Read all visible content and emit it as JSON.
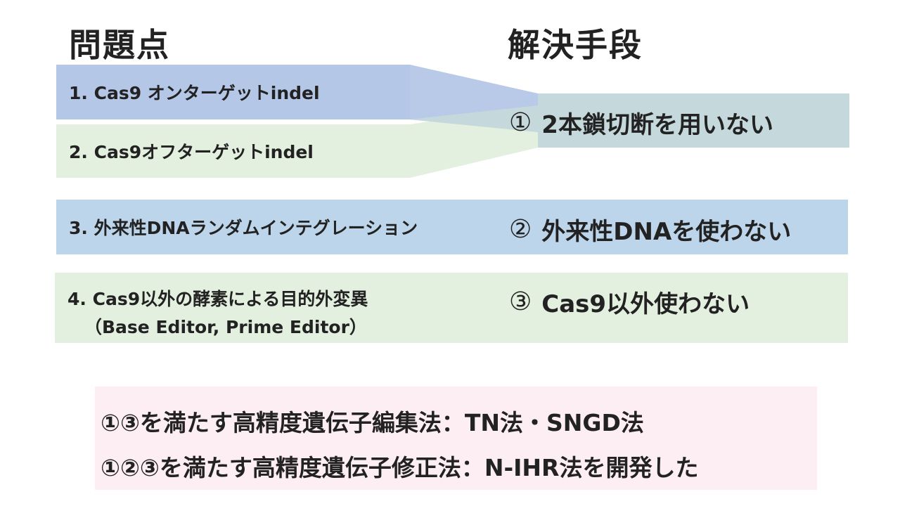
{
  "headers": {
    "problems": "問題点",
    "solutions": "解決手段"
  },
  "problems": [
    {
      "label": "1.  Cas9 オンターゲットindel"
    },
    {
      "label": "2. Cas9オフターゲットindel"
    },
    {
      "label": "3. 外来性DNAランダムインテグレーション"
    },
    {
      "label": "4. Cas9以外の酵素による目的外変異",
      "sub": "（Base Editor, Prime Editor）"
    }
  ],
  "solutions": [
    {
      "number": "①",
      "label": "2本鎖切断を用いない"
    },
    {
      "number": "②",
      "label": "外来性DNAを使わない"
    },
    {
      "number": "③",
      "label": "Cas9以外使わない"
    }
  ],
  "summary": [
    "①③を満たす高精度遺伝子編集法：TN法・SNGD法",
    "①②③を満たす高精度遺伝子修正法：N-IHR法を開発した"
  ],
  "colors": {
    "blue": "#b4c7e7",
    "green": "#e3efdf",
    "teal": "#c5d9dc",
    "row3": "#bdd5ea",
    "pink": "#fdeef3"
  }
}
